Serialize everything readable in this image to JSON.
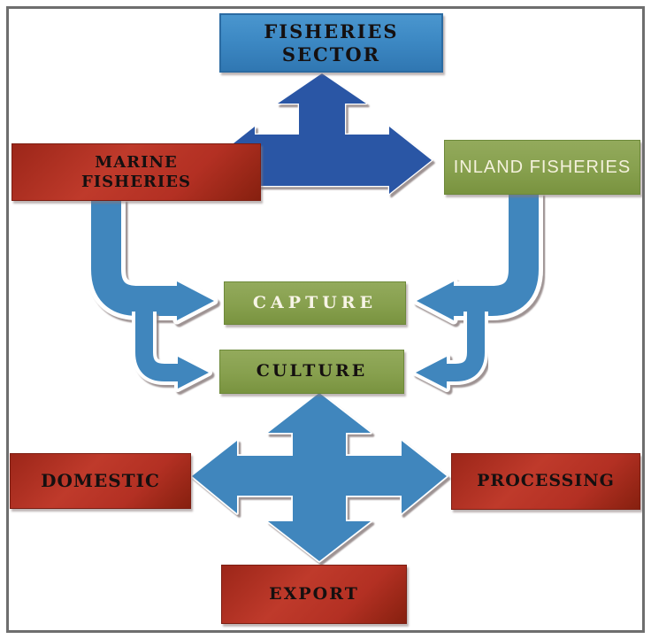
{
  "diagram": {
    "nodes": {
      "fisheries_sector": {
        "label": "FISHERIES SECTOR"
      },
      "marine_fisheries": {
        "label": "MARINE FISHERIES"
      },
      "inland_fisheries": {
        "label": "INLAND FISHERIES"
      },
      "capture": {
        "label": "CAPTURE"
      },
      "culture": {
        "label": "CULTURE"
      },
      "domestic": {
        "label": "DOMESTIC"
      },
      "processing": {
        "label": "PROCESSING"
      },
      "export": {
        "label": "EXPORT"
      }
    },
    "colors": {
      "blue_box": "#3d89c4",
      "red_box": "#b33023",
      "green_box": "#87a04e",
      "dark_arrow": "#2c56a5",
      "light_arrow": "#3f86bd",
      "frame": "#6e6e6e"
    },
    "connections": [
      "fisheries_sector <-> marine_fisheries",
      "fisheries_sector <-> inland_fisheries",
      "marine_fisheries -> capture",
      "inland_fisheries -> capture",
      "marine_fisheries -> culture",
      "inland_fisheries -> culture",
      "culture <-> domestic",
      "culture <-> processing",
      "culture <-> export"
    ]
  }
}
